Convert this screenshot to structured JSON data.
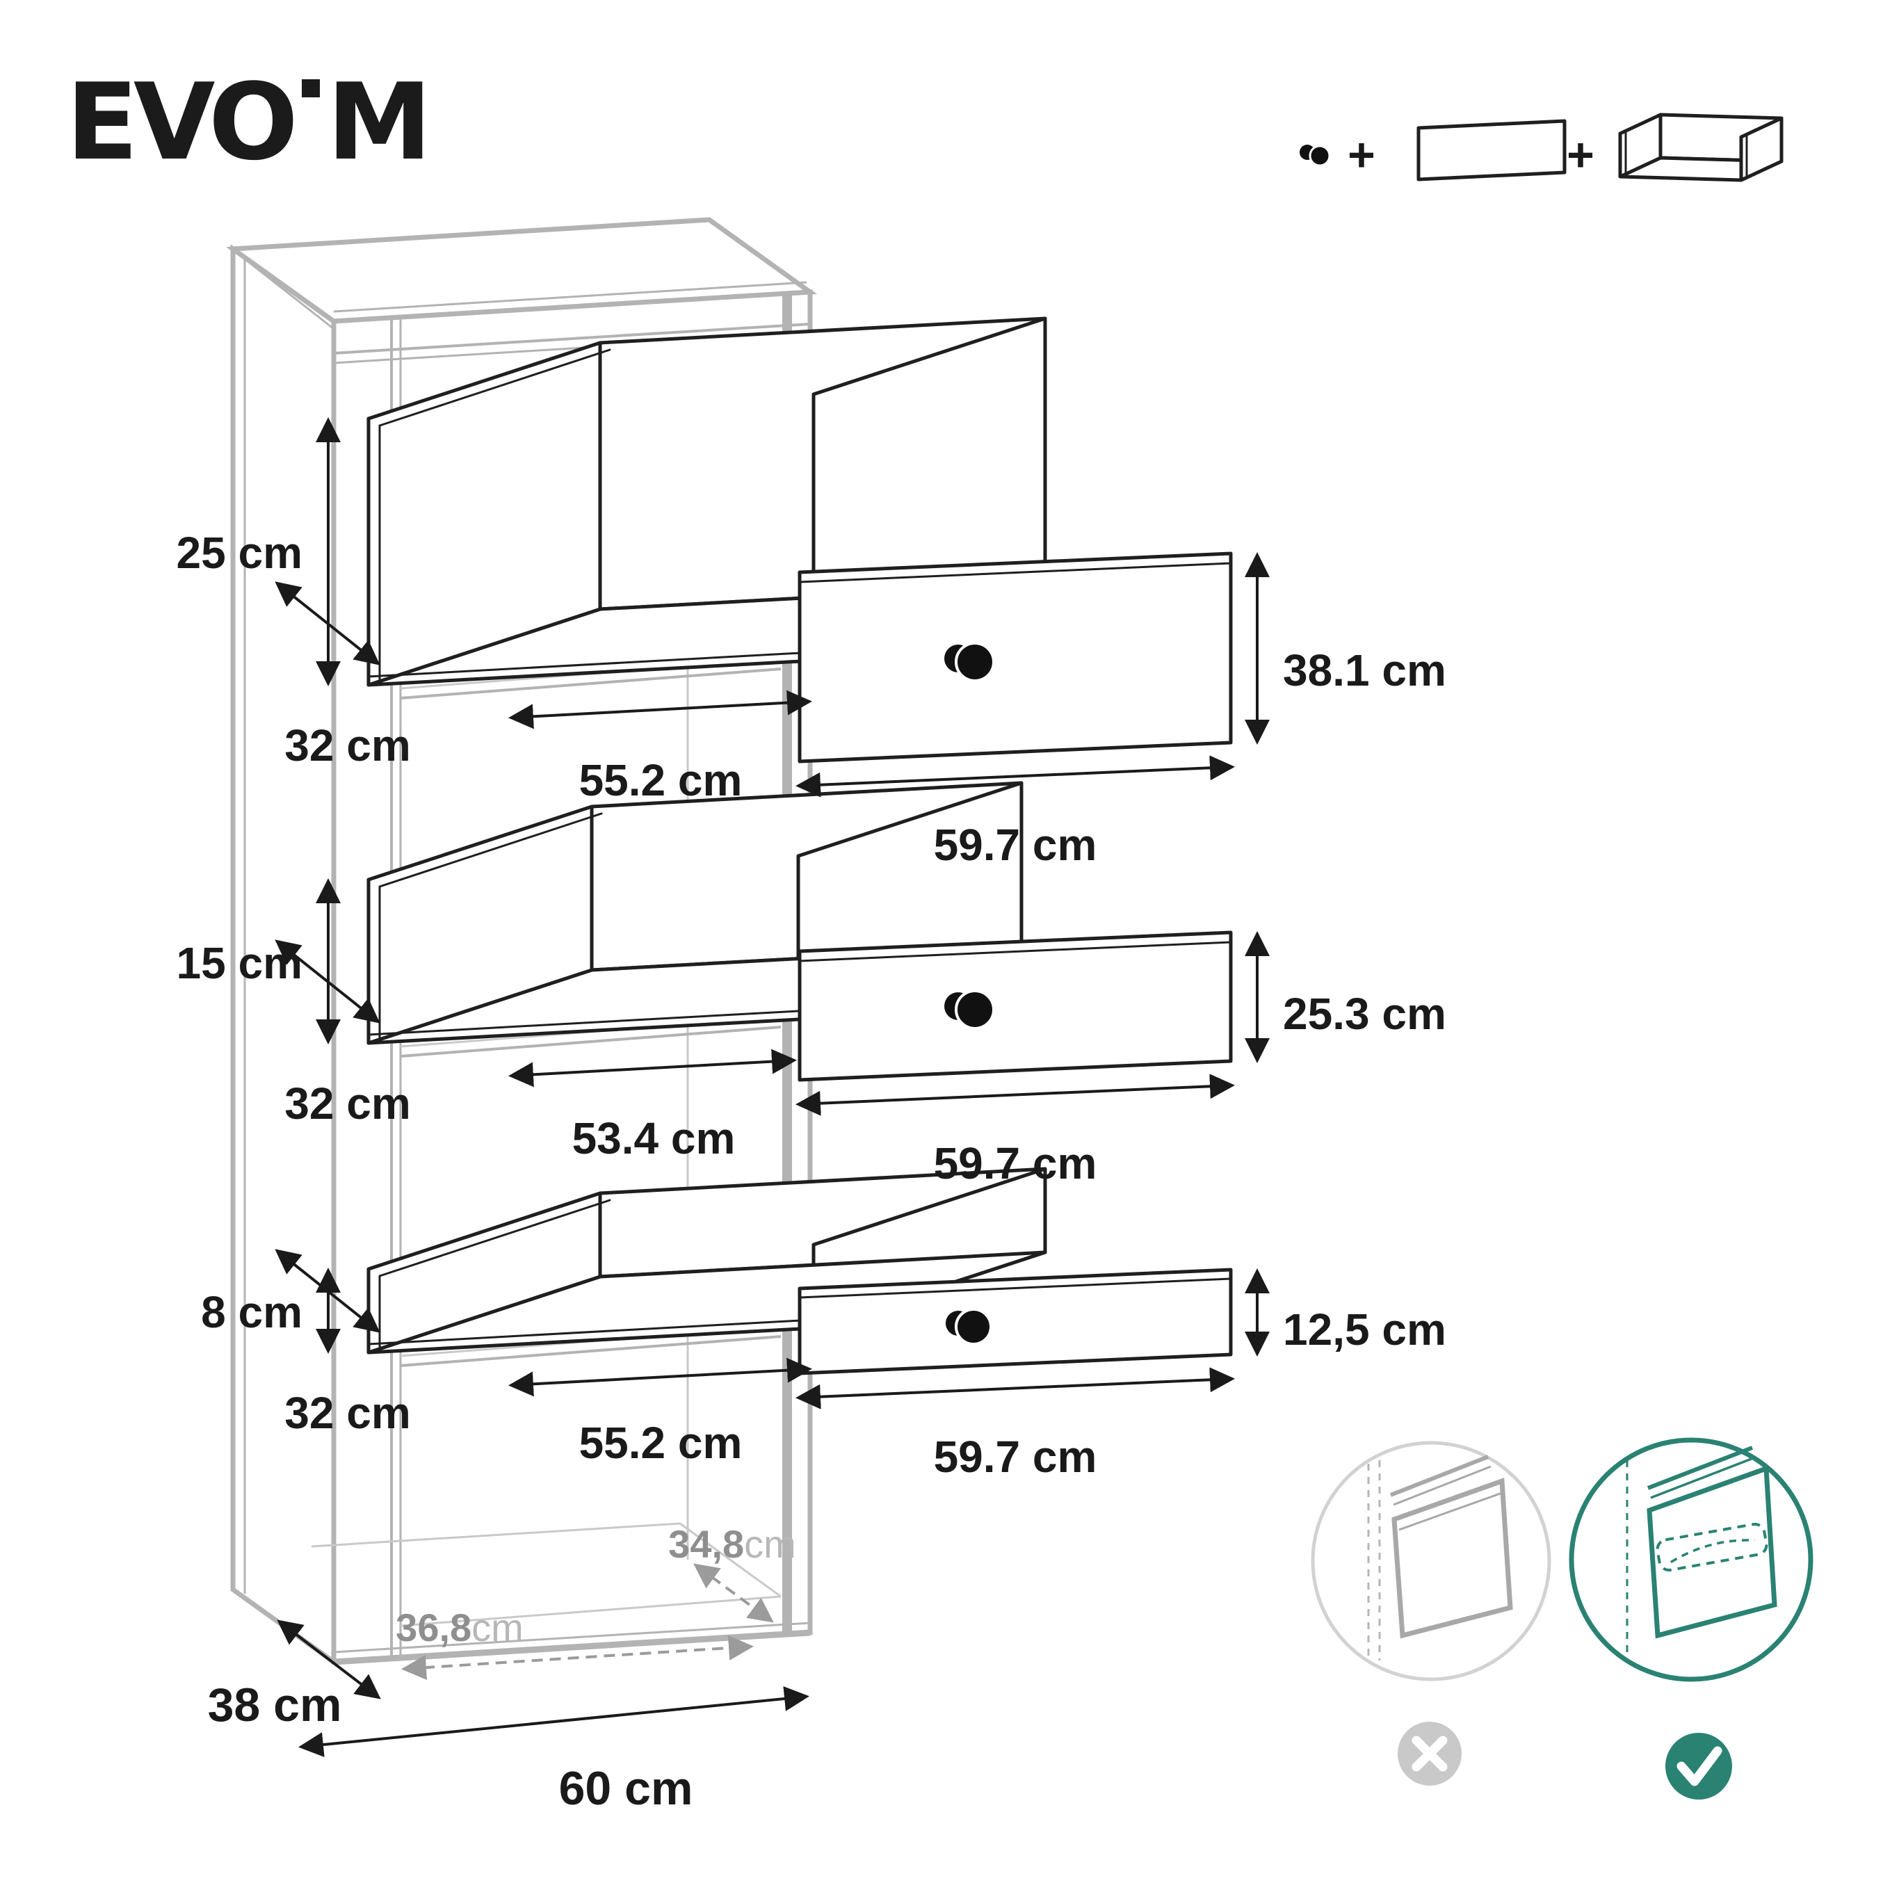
{
  "logo": {
    "part1": "EVO",
    "part2": "M"
  },
  "formula": {
    "plus": "+",
    "icons": [
      "knob-icon",
      "drawer-front-icon",
      "drawer-box-icon"
    ]
  },
  "drawers": [
    {
      "height_label": "25 cm",
      "depth_label": "32 cm",
      "width_label": "55.2 cm",
      "front_height_label": "38.1 cm",
      "front_width_label": "59.7 cm"
    },
    {
      "height_label": "15 cm",
      "depth_label": "32 cm",
      "width_label": "53.4 cm",
      "front_height_label": "25.3 cm",
      "front_width_label": "59.7 cm"
    },
    {
      "height_label": "8 cm",
      "depth_label": "32 cm",
      "width_label": "55.2 cm",
      "front_height_label": "12,5 cm",
      "front_width_label": "59.7 cm"
    }
  ],
  "cabinet": {
    "inner_depth_value": "34,8",
    "inner_depth_unit": "cm",
    "inner_width_value": "36,8",
    "inner_width_unit": "cm",
    "outer_depth_label": "38 cm",
    "outer_width_label": "60 cm"
  },
  "options": {
    "wrong_icon": "cross-badge",
    "right_icon": "check-badge"
  },
  "colors": {
    "accent_teal": "#2a8273",
    "cabinet_gray": "#b3b3b3",
    "ink": "#1a1a1a",
    "muted_gray": "#8f8f8f",
    "badge_gray": "#c9c9c9"
  }
}
